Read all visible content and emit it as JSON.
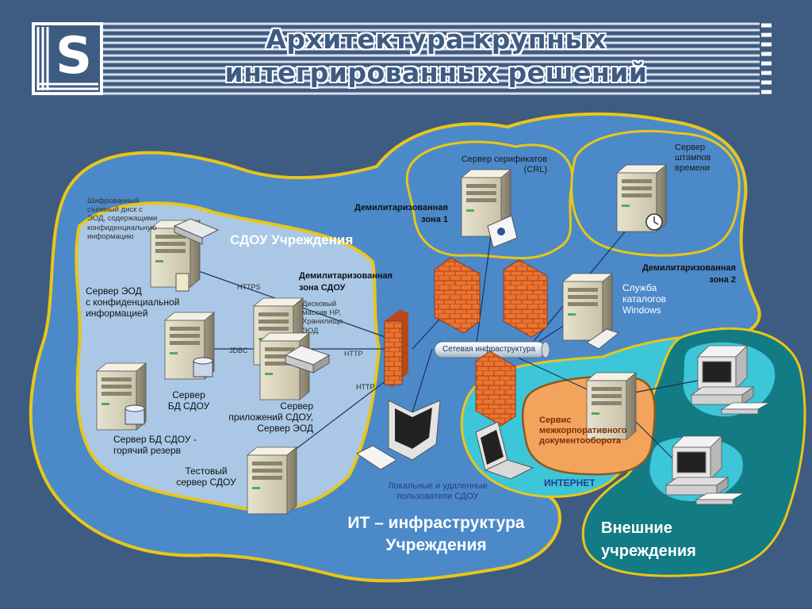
{
  "header": {
    "logo_text": "S",
    "title_line1": "Архитектура крупных",
    "title_line2": "интегрированных решений"
  },
  "zones": {
    "sdou": "СДОУ Учреждения",
    "it_infra_line1": "ИТ – инфраструктура",
    "it_infra_line2": "Учреждения",
    "external_line1": "Внешние",
    "external_line2": "учреждения",
    "internet": "ИНТЕРНЕТ",
    "dmz1_line1": "Демилитаризованная",
    "dmz1_line2": "зона 1",
    "dmz2_line1": "Демилитаризованная",
    "dmz2_line2": "зона 2",
    "dmz_sdou_line1": "Демилитаризованная",
    "dmz_sdou_line2": "зона СДОУ"
  },
  "labels": {
    "removable_disk": [
      "Шифрованный",
      "съемный диск с",
      "ЭОД, содержащими",
      "конфиденциальную",
      "информацию"
    ],
    "eod_server": [
      "Сервер ЭОД",
      "с конфиденциальной",
      "информацией"
    ],
    "db_server": [
      "Сервер",
      "БД СДОУ"
    ],
    "db_hot_reserve": [
      "Сервер БД СДОУ -",
      "горячий резерв"
    ],
    "test_server": [
      "Тестовый",
      "сервер СДОУ"
    ],
    "app_server": [
      "Сервер",
      "приложений СДОУ,",
      "Сервер ЭОД"
    ],
    "disk_array": [
      "Дисковый",
      "массив HP,",
      "Хранилище",
      "ЭОД"
    ],
    "crl_server": [
      "Сервер серификатов",
      "(CRL)"
    ],
    "timestamp_server": [
      "Сервер",
      "штампов",
      "времени"
    ],
    "directory_service": [
      "Служба",
      "каталогов",
      "Windows"
    ],
    "network_infra": "Сетевая инфраструктура",
    "interorg_service": [
      "Сервис",
      "межкорпоративного",
      "документооборота"
    ],
    "users": [
      "Локальные и удаленные",
      "пользователи СДОУ"
    ]
  },
  "protocols": {
    "https": "HTTPS",
    "jdbc": "JDBC",
    "http1": "HTTP",
    "http2": "HTTP"
  },
  "colors": {
    "background": "#3e5b82",
    "it_zone": "#4a88c9",
    "sdou_zone": "#a9c8e6",
    "outline": "#e8c619",
    "internet": "#39c4d6",
    "external": "#127a83",
    "firewall": "#e8702a",
    "interorg": "#f2a35a"
  }
}
